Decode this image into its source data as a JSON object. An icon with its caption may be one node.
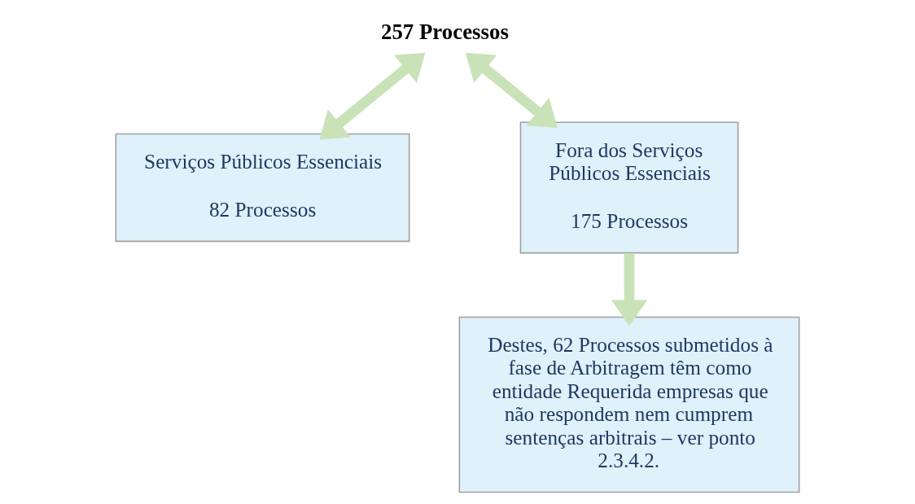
{
  "diagram": {
    "nodes": [
      {
        "text": [
          "257 Processos"
        ]
      },
      {
        "text": [
          "Serviços Públicos Essenciais",
          "82 Processos"
        ]
      },
      {
        "text": [
          "Fora dos Serviços Públicos Essenciais",
          "175 Processos"
        ]
      },
      {
        "text": [
          "Destes, 62 Processos submetidos à fase de Arbitragem têm como entidade Requerida empresas que não respondem nem cumprem sentenças arbitrais – ver ponto 2.3.4.2."
        ]
      }
    ],
    "edges": [
      {
        "from": 0,
        "to": 1,
        "arrow": "both"
      },
      {
        "from": 0,
        "to": 2,
        "arrow": "both"
      },
      {
        "from": 2,
        "to": 3,
        "arrow": "to"
      }
    ]
  }
}
